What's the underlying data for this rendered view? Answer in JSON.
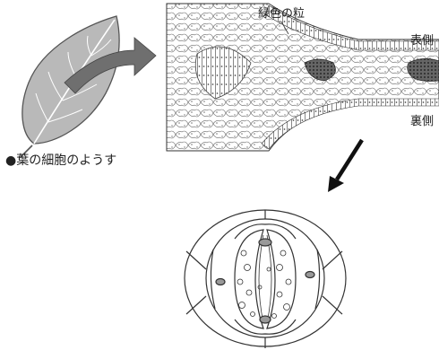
{
  "labels": {
    "caption": "●葉の細胞のようす",
    "green_grains": "緑色の粒",
    "upper_side": "表側",
    "lower_side": "裏側"
  },
  "colors": {
    "leaf_fill": "#b9b9b9",
    "arrow_fill": "#6f6f6f",
    "chloroplast": "#555555",
    "line": "#333333"
  }
}
